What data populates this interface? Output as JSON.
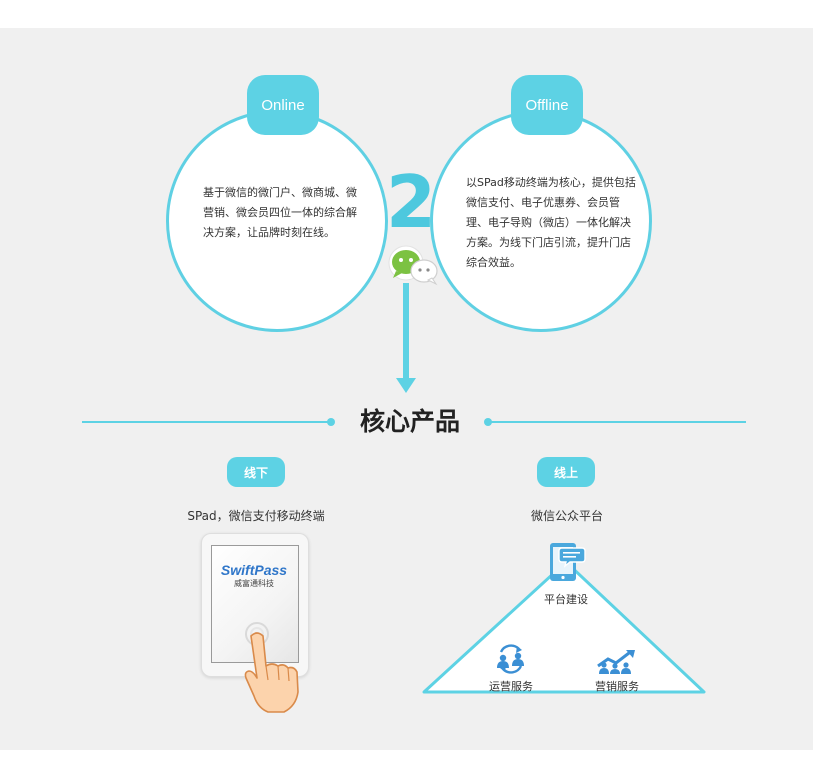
{
  "online": {
    "title": "Online",
    "description": "基于微信的微门户、微商城、微营销、微会员四位一体的综合解决方案，让品牌时刻在线。"
  },
  "offline": {
    "title": "Offline",
    "description": "以SPad移动终端为核心，提供包括微信支付、电子优惠券、会员管理、电子导购（微店）一体化解决方案。为线下门店引流，提升门店综合效益。"
  },
  "center_number": "2",
  "core_products": {
    "title": "核心产品",
    "offline": {
      "tag": "线下",
      "label": "SPad，微信支付移动终端",
      "brand": "SwiftPass",
      "brand_sub": "威富通科技"
    },
    "online": {
      "tag": "线上",
      "label": "微信公众平台",
      "platform_build": "平台建设",
      "operation_service": "运营服务",
      "marketing_service": "营销服务"
    }
  },
  "colors": {
    "accent": "#5dd2e4",
    "background": "#f0f0f0",
    "brand_blue": "#2f76c9"
  },
  "icons": {
    "center": "wechat-icon",
    "platform": "tablet-chat-icon",
    "operations": "users-sync-icon",
    "marketing": "growth-people-icon"
  }
}
